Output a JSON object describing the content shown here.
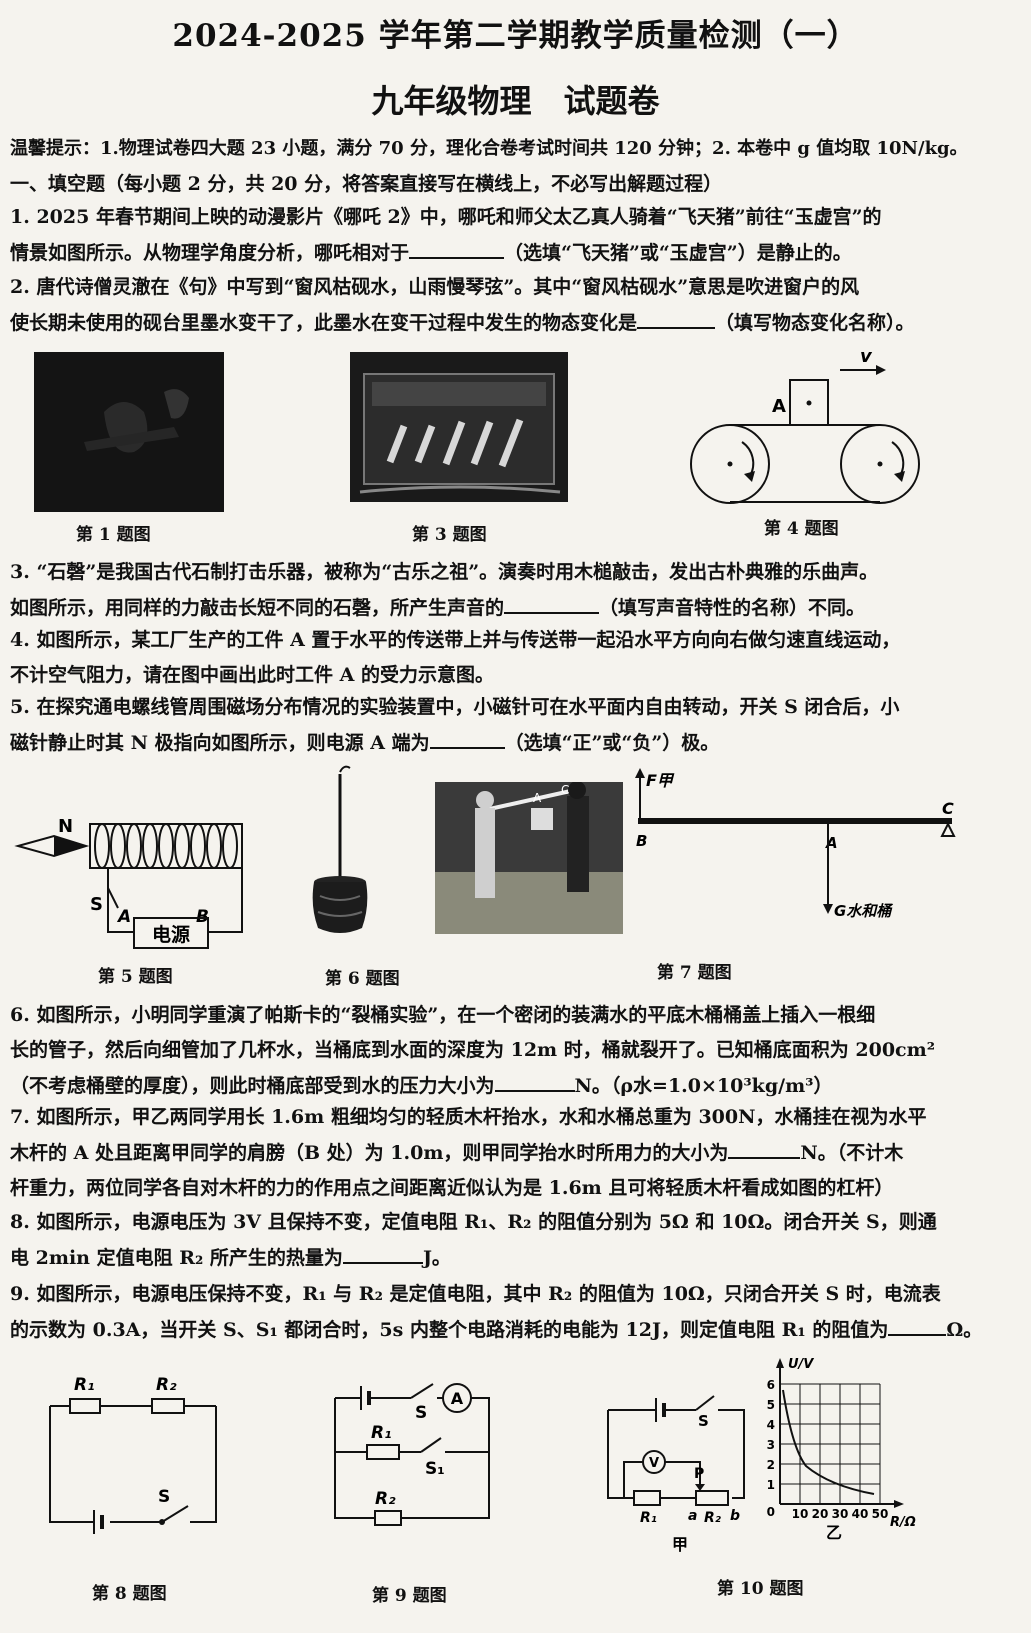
{
  "header": {
    "title": "2024-2025 学年第二学期教学质量检测（一）",
    "subtitle": "九年级物理　试题卷"
  },
  "notice": "温馨提示：1.物理试卷四大题 23 小题，满分 70 分，理化合卷考试时间共 120 分钟；2. 本卷中 g 值均取 10N/kg。",
  "section1": "一、填空题（每小题 2 分，共 20 分，将答案直接写在横线上，不必写出解题过程）",
  "q1": {
    "a": "1. 2025 年春节期间上映的动漫影片《哪吒 2》中，哪吒和师父太乙真人骑着“飞天猪”前往“玉虚宫”的",
    "b1": "情景如图所示。从物理学角度分析，哪吒相对于",
    "b2": "（选填“飞天猪”或“玉虚宫”）是静止的。"
  },
  "q2": {
    "a": "2. 唐代诗僧灵澈在《句》中写到“窗风枯砚水，山雨慢琴弦”。其中“窗风枯砚水”意思是吹进窗户的风",
    "b1": "使长期未使用的砚台里墨水变干了，此墨水在变干过程中发生的物态变化是",
    "b2": "（填写物态变化名称）。"
  },
  "captions": {
    "fig1": "第 1 题图",
    "fig3": "第 3 题图",
    "fig4": "第 4 题图",
    "fig5": "第 5 题图",
    "fig6": "第 6 题图",
    "fig7": "第 7 题图",
    "fig8": "第 8 题图",
    "fig9": "第 9 题图",
    "fig10": "第 10 题图"
  },
  "q3": {
    "a": "3. “石磬”是我国古代石制打击乐器，被称为“古乐之祖”。演奏时用木槌敲击，发出古朴典雅的乐曲声。",
    "b1": "如图所示，用同样的力敲击长短不同的石磬，所产生声音的",
    "b2": "（填写声音特性的名称）不同。"
  },
  "q4": {
    "a": "4. 如图所示，某工厂生产的工件 A 置于水平的传送带上并与传送带一起沿水平方向向右做匀速直线运动，",
    "b": "不计空气阻力，请在图中画出此时工件 A 的受力示意图。"
  },
  "q5": {
    "a": "5. 在探究通电螺线管周围磁场分布情况的实验装置中，小磁针可在水平面内自由转动，开关 S 闭合后，小",
    "b1": "磁针静止时其 N 极指向如图所示，则电源 A 端为",
    "b2": "（选填“正”或“负”）极。"
  },
  "q6": {
    "a": "6. 如图所示，小明同学重演了帕斯卡的“裂桶实验”，在一个密闭的装满水的平底木桶桶盖上插入一根细",
    "b": "长的管子，然后向细管加了几杯水，当桶底到水面的深度为 12m 时，桶就裂开了。已知桶底面积为 200cm²",
    "c1": "（不考虑桶壁的厚度），则此时桶底部受到水的压力大小为",
    "c2": "N。（ρ水=1.0×10³kg/m³）"
  },
  "q7": {
    "a": "7. 如图所示，甲乙两同学用长 1.6m 粗细均匀的轻质木杆抬水，水和水桶总重为 300N，水桶挂在视为水平",
    "b1": "木杆的 A 处且距离甲同学的肩膀（B 处）为 1.0m，则甲同学抬水时所用力的大小为",
    "b2": "N。（不计木",
    "c": "杆重力，两位同学各自对木杆的力的作用点之间距离近似认为是 1.6m 且可将轻质木杆看成如图的杠杆）"
  },
  "q8": {
    "a": "8. 如图所示，电源电压为 3V 且保持不变，定值电阻 R₁、R₂ 的阻值分别为 5Ω 和 10Ω。闭合开关 S，则通",
    "b1": "电 2min 定值电阻 R₂ 所产生的热量为",
    "b2": "J。"
  },
  "q9": {
    "a": "9. 如图所示，电源电压保持不变，R₁ 与 R₂ 是定值电阻，其中 R₂ 的阻值为 10Ω，只闭合开关 S 时，电流表",
    "b1": "的示数为 0.3A，当开关 S、S₁ 都闭合时，5s 内整个电路消耗的电能为 12J，则定值电阻 R₁ 的阻值为",
    "b2": "Ω。"
  },
  "labels": {
    "fig4_A": "A",
    "fig4_v": "v",
    "fig5_N": "N",
    "fig5_S": "S",
    "fig5_A": "A",
    "fig5_B": "B",
    "fig5_power": "电源",
    "fig7_F": "F甲",
    "fig7_B": "B",
    "fig7_A": "A",
    "fig7_C": "C",
    "fig7_G": "G水和桶",
    "fig7p_A": "A",
    "fig7p_C": "C",
    "fig8_R1": "R₁",
    "fig8_R2": "R₂",
    "fig8_S": "S",
    "fig9_R1": "R₁",
    "fig9_R2": "R₂",
    "fig9_S": "S",
    "fig9_S1": "S₁",
    "fig9_A": "A",
    "fig10_S": "S",
    "fig10_V": "V",
    "fig10_P": "P",
    "fig10_R1": "R₁",
    "fig10_R2": "R₂",
    "fig10_a": "a",
    "fig10_b": "b",
    "fig10_jia": "甲",
    "fig10_yi": "乙",
    "fig10_yaxis": "U/V",
    "fig10_xaxis": "R/Ω"
  },
  "fig10_graph": {
    "y_ticks": [
      "6",
      "5",
      "4",
      "3",
      "2",
      "1",
      "0"
    ],
    "x_ticks": [
      "10",
      "20",
      "30",
      "40",
      "50"
    ]
  }
}
